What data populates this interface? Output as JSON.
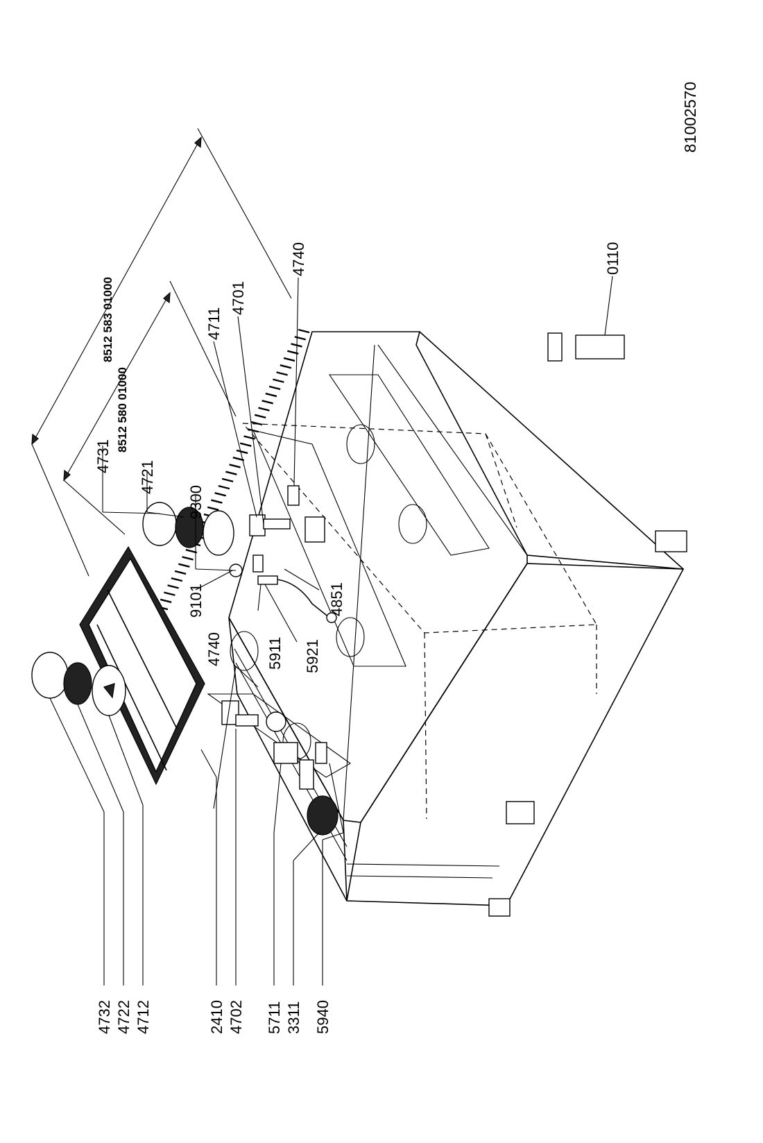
{
  "document": {
    "number": "81002570"
  },
  "references": [
    {
      "id": "ref-a",
      "text": "8512 583 01000"
    },
    {
      "id": "ref-b",
      "text": "8512 580 01000"
    }
  ],
  "part_labels": {
    "p4732": "4732",
    "p4722": "4722",
    "p4712": "4712",
    "p2410": "2410",
    "p4702": "4702",
    "p5711": "5711",
    "p3311": "3311",
    "p5940": "5940",
    "p4731": "4731",
    "p4721": "4721",
    "p9300": "9300",
    "p4711": "4711",
    "p4701": "4701",
    "p4740a": "4740",
    "p4740b": "4740",
    "p9101": "9101",
    "p5911": "5911",
    "p5921": "5921",
    "p4851": "4851",
    "p0110": "0110"
  },
  "colors": {
    "line": "#000000",
    "background": "#ffffff"
  }
}
